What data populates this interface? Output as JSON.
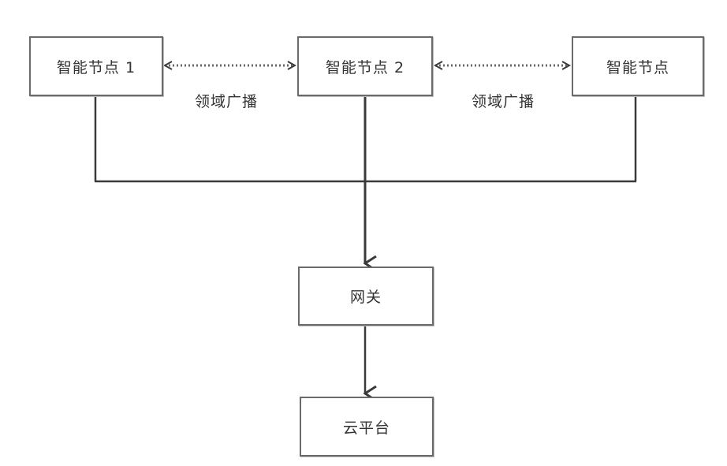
{
  "nodes": {
    "node1": "智能节点 1",
    "node2": "智能节点 2",
    "node3": "智能节点",
    "gateway": "网关",
    "cloud": "云平台"
  },
  "edges": {
    "broadcast_1_2": "领域广播",
    "broadcast_2_3": "领域广播"
  },
  "colors": {
    "line": "#3a3a3a",
    "dotted": "#666666",
    "border": "#6a6a6a"
  }
}
